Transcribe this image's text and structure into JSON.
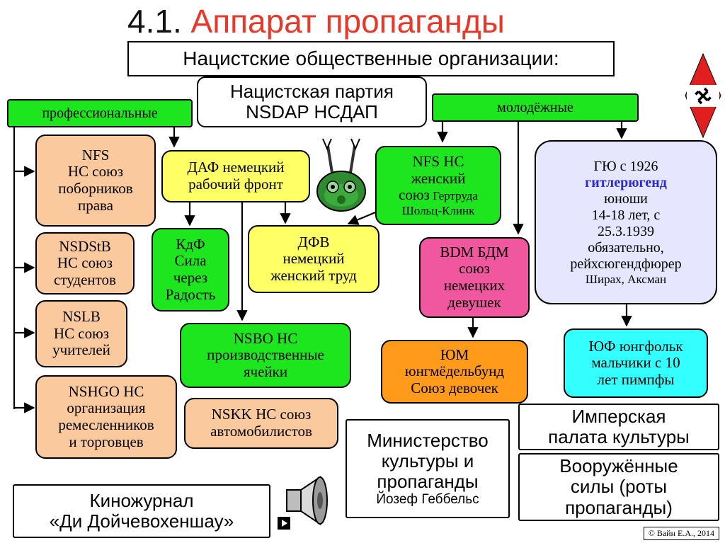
{
  "header": {
    "number": "4.1.",
    "title": "Аппарат пропаганды",
    "subtitle": "Нацистские общественные организации:"
  },
  "party": {
    "line1": "Нацистская партия",
    "line2": "NSDAP НСДАП"
  },
  "categories": {
    "professional": "профессиональные",
    "youth": "молодёжные"
  },
  "professional": [
    {
      "lines": [
        "NFS",
        "НС союз",
        "поборников",
        "права"
      ]
    },
    {
      "lines": [
        "NSDStB",
        "НС союз",
        "студентов"
      ]
    },
    {
      "lines": [
        "NSLB",
        "НС союз",
        "учителей"
      ]
    },
    {
      "lines": [
        "NSHGO НС",
        "организация",
        "ремесленников",
        "и торговцев"
      ]
    }
  ],
  "daf": {
    "lines": [
      "ДАФ немецкий",
      "рабочий фронт"
    ]
  },
  "kdf": {
    "lines": [
      "КдФ",
      "Сила",
      "через",
      "Радость"
    ]
  },
  "dfv": {
    "lines": [
      "ДФВ",
      "немецкий",
      "женский труд"
    ]
  },
  "nsbo": {
    "lines": [
      "NSBO НС",
      "производственные",
      "ячейки"
    ]
  },
  "nskk": {
    "lines": [
      "NSKK НС союз",
      "автомобилистов"
    ]
  },
  "nfs_women": {
    "line1": "NFS НС",
    "line2": "женский",
    "line3": "союз",
    "line3_small": " Гертруда",
    "line4": "Шольц-Клинк"
  },
  "bdm": {
    "lines": [
      "BDM БДМ",
      "союз",
      "немецких",
      "девушек"
    ]
  },
  "jm": {
    "lines": [
      "ЮМ",
      "юнгмёдельбунд",
      "Союз девочек"
    ]
  },
  "hj": {
    "line1": "ГЮ с 1926",
    "line2": "гитлерюгенд",
    "line3": "юноши",
    "line4": "14-18 лет, с",
    "line5": "25.3.1939",
    "line6": "обязательно,",
    "line7": "рейхсюгендфюрер",
    "line8": "Ширах, Аксман"
  },
  "jf": {
    "lines": [
      "ЮФ юнгфольк",
      "мальчики с 10",
      "лет пимпфы"
    ]
  },
  "chamber": {
    "lines": [
      "Имперская",
      "палата культуры"
    ]
  },
  "armed": {
    "lines": [
      "Вооружённые",
      "силы (роты",
      "пропаганды)"
    ]
  },
  "ministry": {
    "lines": [
      "Министерство",
      "культуры и",
      "пропаганды"
    ],
    "minister": "Йозеф Геббельс"
  },
  "newsreel": {
    "lines": [
      "Киножурнал",
      "«Ди Дойчевохеншау»"
    ]
  },
  "copyright": "© Вайн Е.А., 2014",
  "icons": [
    "speaker-icon",
    "play-icon",
    "green-creature-icon",
    "hitler-youth-emblem-icon"
  ],
  "colors": {
    "title_red": "#e8382a",
    "peach": "#fbc99e",
    "yellow": "#ffff66",
    "green": "#1ee61e",
    "pink": "#f0579e",
    "orange": "#ff9a1a",
    "cyan": "#33ffff",
    "lavender": "#e6e6ff",
    "emblem_red": "#e11f1f"
  }
}
